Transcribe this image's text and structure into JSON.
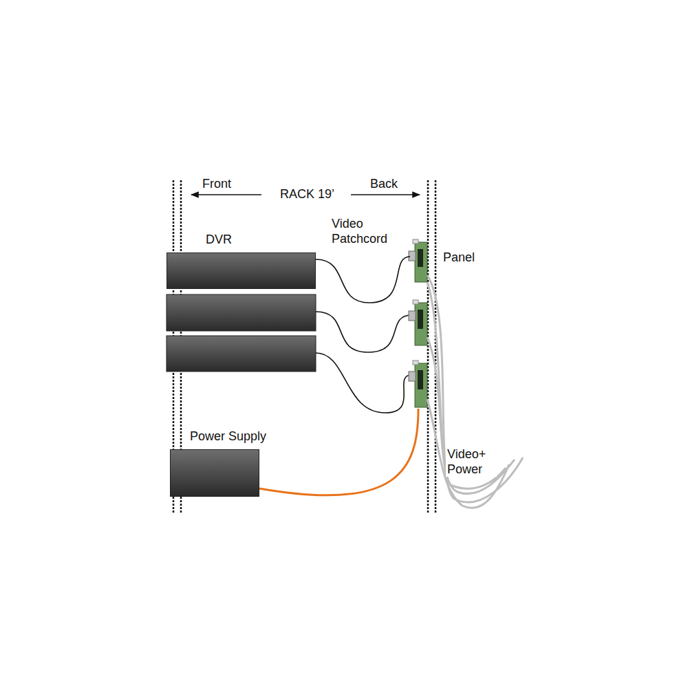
{
  "diagram": {
    "nodes": [
      {
        "text": [
          "DVR"
        ]
      },
      {
        "text": [
          "Panel"
        ]
      },
      {
        "text": [
          "Power Supply"
        ]
      }
    ],
    "edges": [
      {
        "from": 0,
        "to": 1,
        "arrow": "none"
      },
      {
        "from": 2,
        "to": 1,
        "arrow": "none"
      }
    ],
    "labels": [
      "Front",
      "RACK 19’",
      "Back",
      "Video Patchcord",
      "Video+ Power"
    ]
  }
}
